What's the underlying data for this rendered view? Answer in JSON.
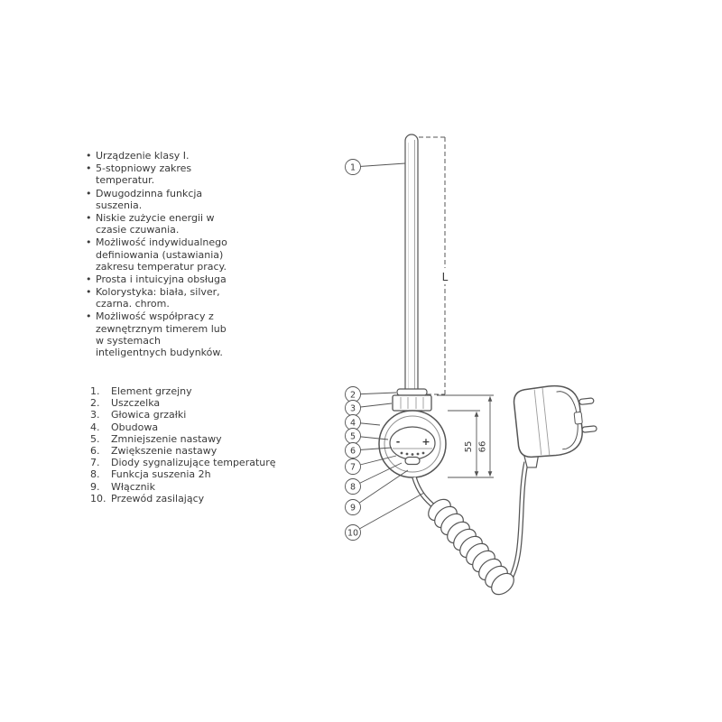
{
  "features": {
    "items": [
      "Urządzenie klasy I.",
      "5-stopniowy zakres temperatur.",
      "Dwugodzinna funkcja suszenia.",
      "Niskie zużycie energii w czasie czuwania.",
      "Możliwość indywidualnego definiowania (ustawiania) zakresu temperatur pracy.",
      "Prosta i intuicyjna obsługa",
      "Kolorystyka: biała, silver, czarna. chrom.",
      "Możliwość współpracy z zewnętrznym timerem lub w systemach inteligentnych budynków."
    ]
  },
  "parts": {
    "items": [
      {
        "num": "1.",
        "label": "Element grzejny"
      },
      {
        "num": "2.",
        "label": "Uszczelka"
      },
      {
        "num": "3.",
        "label": "Głowica grzałki"
      },
      {
        "num": "4.",
        "label": "Obudowa"
      },
      {
        "num": "5.",
        "label": "Zmniejszenie nastawy"
      },
      {
        "num": "6.",
        "label": "Zwiększenie nastawy"
      },
      {
        "num": "7.",
        "label": "Diody sygnalizujące temperaturę"
      },
      {
        "num": "8.",
        "label": "Funkcja suszenia 2h"
      },
      {
        "num": "9.",
        "label": "Włącznik"
      },
      {
        "num": "10.",
        "label": "Przewód zasilający"
      }
    ]
  },
  "diagram": {
    "callouts": [
      "1",
      "2",
      "3",
      "4",
      "5",
      "6",
      "7",
      "8",
      "9",
      "10"
    ],
    "dimension_length": "L",
    "dimension_head_height": "55",
    "dimension_total_height": "66",
    "dial_minus": "-",
    "dial_plus": "+",
    "line_color": "#555555"
  }
}
